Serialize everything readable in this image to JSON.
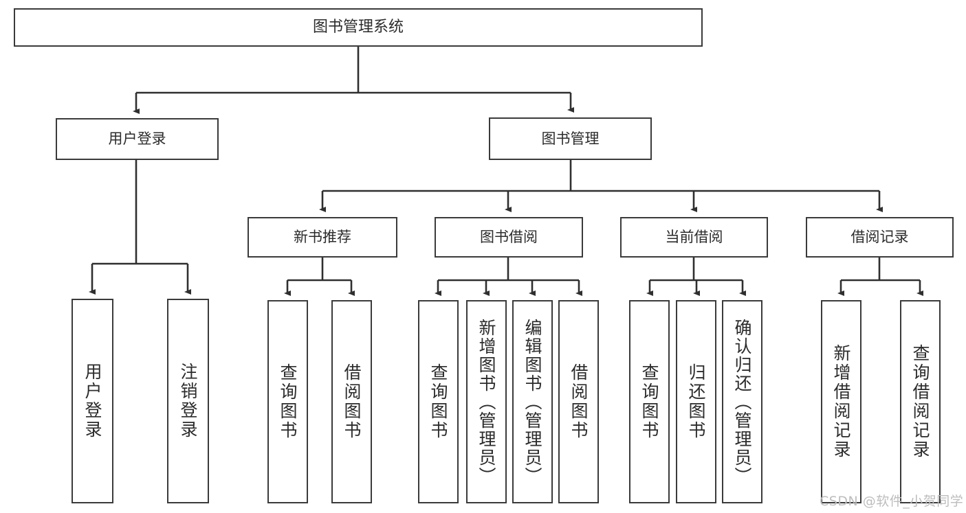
{
  "diagram": {
    "title": "图书管理系统",
    "type": "hierarchy-tree",
    "colors": {
      "box_border": "#3a3a3a",
      "box_fill": "#ffffff",
      "edge": "#2f2f2f",
      "text": "#2b2b2b",
      "watermark": "#bdbdbd"
    },
    "levels": {
      "root": "图书管理系统",
      "level2": [
        "用户登录",
        "图书管理"
      ],
      "level3": [
        "新书推荐",
        "图书借阅",
        "当前借阅",
        "借阅记录"
      ]
    },
    "nodes": {
      "root": {
        "label": "图书管理系统"
      },
      "user_login": {
        "label": "用户登录"
      },
      "book_manage": {
        "label": "图书管理"
      },
      "new_book_rec": {
        "label": "新书推荐"
      },
      "book_borrow": {
        "label": "图书借阅"
      },
      "current_borrow": {
        "label": "当前借阅"
      },
      "borrow_record": {
        "label": "借阅记录"
      },
      "leaf_user_login": {
        "label": "用户登录"
      },
      "leaf_logout": {
        "label": "注销登录"
      },
      "leaf_query_book_1": {
        "label": "查询图书"
      },
      "leaf_borrow_book_1": {
        "label": "借阅图书"
      },
      "leaf_query_book_2": {
        "label": "查询图书"
      },
      "leaf_add_book": {
        "label": "新增图书（管理员）"
      },
      "leaf_edit_book": {
        "label": "编辑图书（管理员）"
      },
      "leaf_borrow_book_2": {
        "label": "借阅图书"
      },
      "leaf_query_book_3": {
        "label": "查询图书"
      },
      "leaf_return_book": {
        "label": "归还图书"
      },
      "leaf_confirm_return": {
        "label": "确认归还（管理员）"
      },
      "leaf_add_record": {
        "label": "新增借阅记录"
      },
      "leaf_query_record": {
        "label": "查询借阅记录"
      }
    }
  },
  "watermark": {
    "text": "CSDN @软件_小贺同学"
  }
}
